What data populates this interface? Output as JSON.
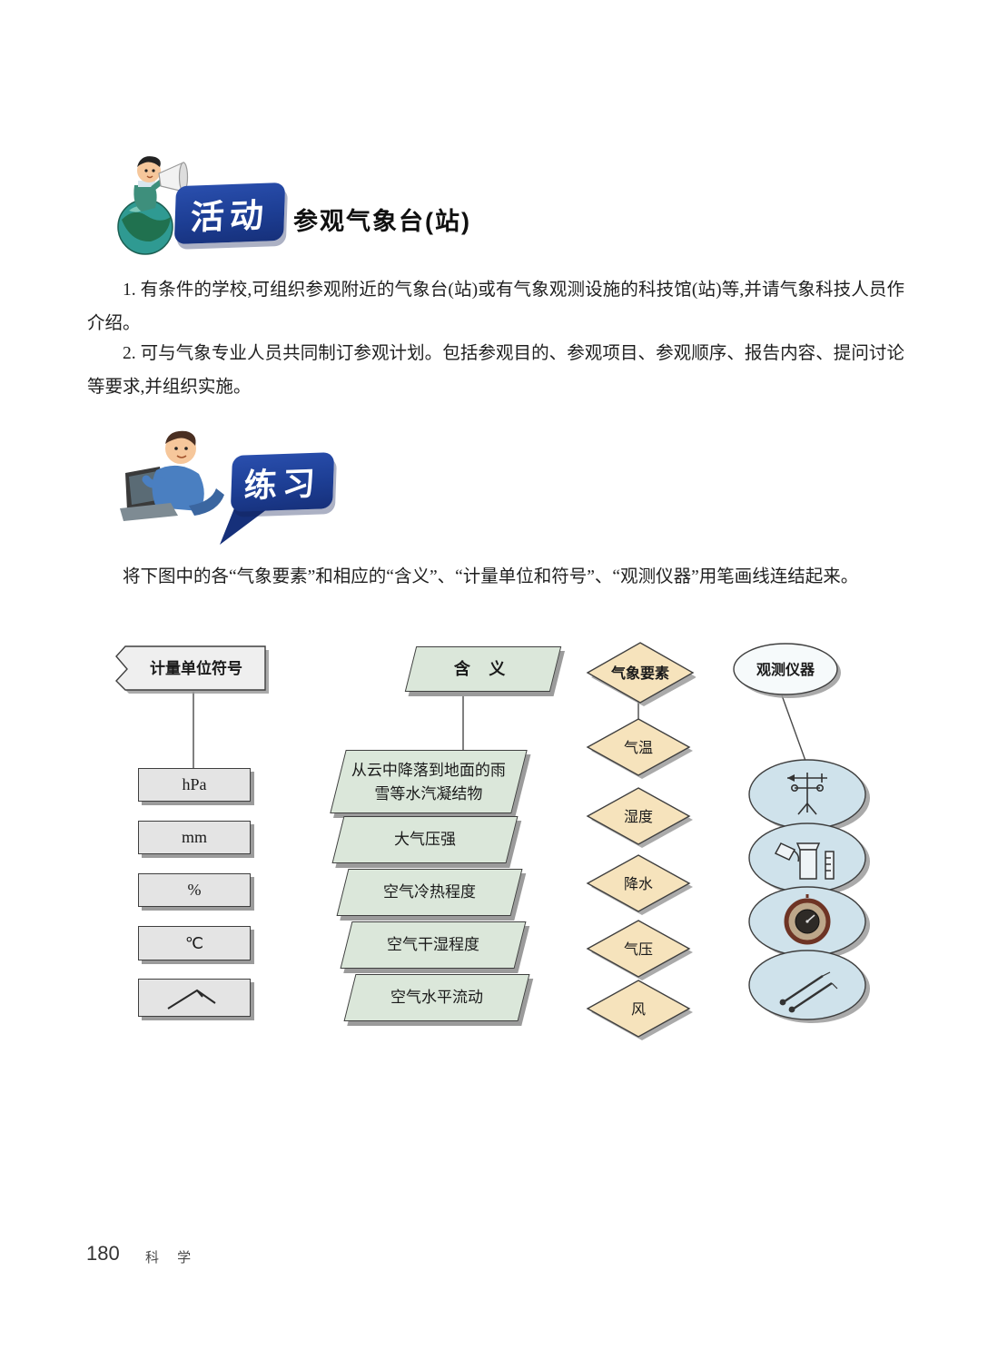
{
  "colors": {
    "badge_blue": "#1d3e94",
    "body_text": "#1f1f1f",
    "box_gray": "#e4e4e4",
    "meaning_green": "#dbe7da",
    "element_tan": "#f6e3bc",
    "instrument_blue": "#cfe2eb",
    "header_units_gray": "#efefef",
    "border_dark": "#3f3f3f",
    "shadow_gray": "#9b9b9b"
  },
  "activity": {
    "badge_label": "活动",
    "title": "参观气象台(站)",
    "paragraph_1": "1. 有条件的学校,可组织参观附近的气象台(站)或有气象观测设施的科技馆(站)等,并请气象科技人员作介绍。",
    "paragraph_2": "2. 可与气象专业人员共同制订参观计划。包括参观目的、参观项目、参观顺序、报告内容、提问讨论等要求,并组织实施。"
  },
  "exercise": {
    "badge_label": "练习",
    "instruction": "将下图中的各“气象要素”和相应的“含义”、“计量单位和符号”、“观测仪器”用笔画线连结起来。"
  },
  "diagram": {
    "headers": {
      "units": "计量单位符号",
      "meaning": "含 义",
      "elements": "气象要素",
      "instruments": "观测仪器"
    },
    "units": [
      "hPa",
      "mm",
      "%",
      "℃"
    ],
    "wind_symbol_name": "wind-barb-symbol",
    "meanings": [
      "从云中降落到地面的雨雪等水汽凝结物",
      "大气压强",
      "空气冷热程度",
      "空气干湿程度",
      "空气水平流动"
    ],
    "elements": [
      "气温",
      "湿度",
      "降水",
      "气压",
      "风"
    ],
    "instrument_icons": [
      "anemometer",
      "rain-gauge",
      "barometer",
      "thermometer"
    ]
  },
  "footer": {
    "page_number": "180",
    "subject": "科 学"
  }
}
